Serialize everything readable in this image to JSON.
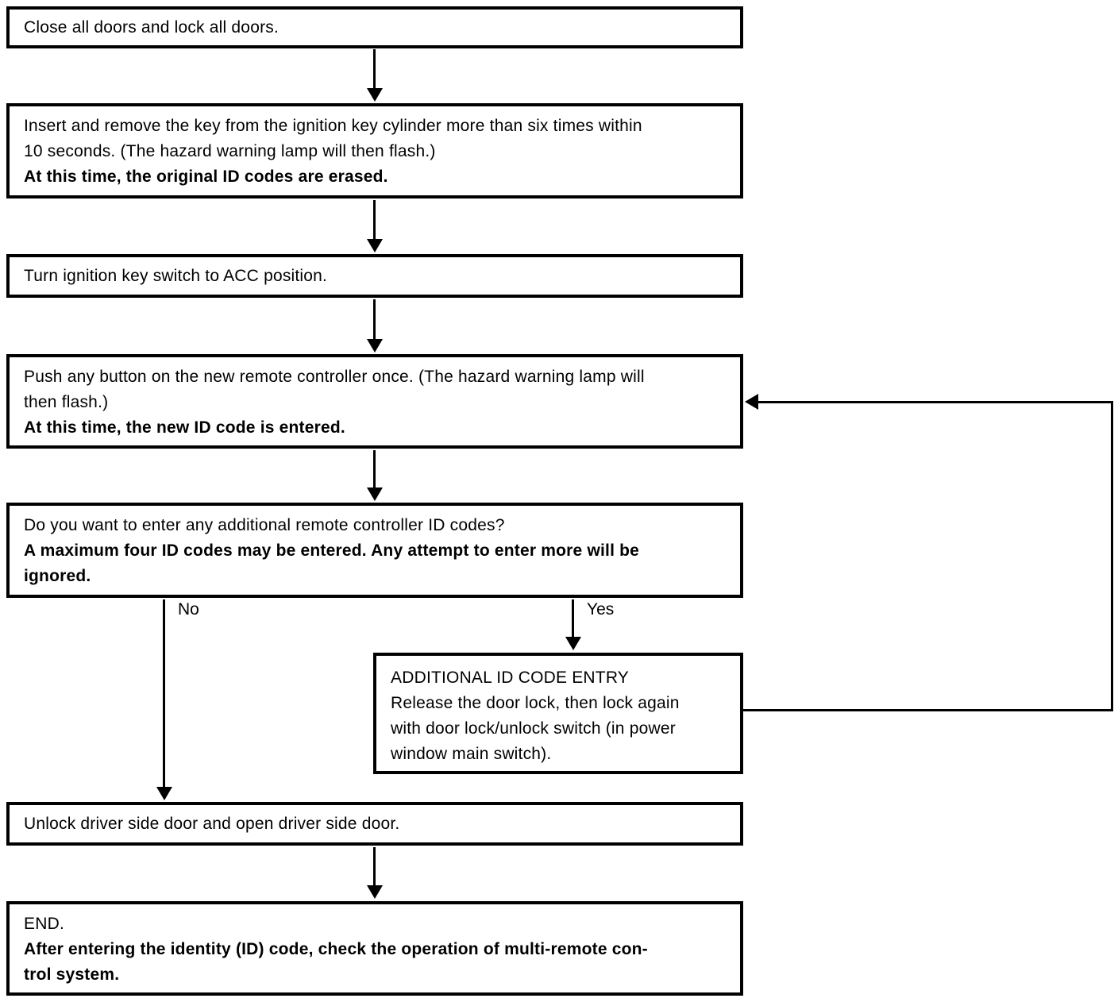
{
  "flowchart": {
    "step1": {
      "text": "Close all doors and lock all doors."
    },
    "step2": {
      "text": "Insert and remove the key from the ignition key cylinder more than six times within\n10 seconds. (The hazard warning lamp will then flash.)",
      "bold": "At this time, the original ID codes are erased."
    },
    "step3": {
      "text": "Turn ignition key switch to ACC position."
    },
    "step4": {
      "text": "Push any button on the new remote controller once. (The hazard warning lamp will\nthen flash.)",
      "bold": "At this time, the new ID code is entered."
    },
    "step5": {
      "text": "Do you want to enter any additional remote controller ID codes?",
      "bold": "A maximum four ID codes may be entered. Any attempt to enter more will be\nignored."
    },
    "step6": {
      "title": "ADDITIONAL ID CODE ENTRY",
      "text": "Release the door lock, then lock again\nwith door lock/unlock switch (in power\nwindow main switch)."
    },
    "step7": {
      "text": "Unlock driver side door and open driver side door."
    },
    "step8": {
      "text": "END.",
      "bold": "After entering the identity (ID) code, check the operation of multi-remote con-\ntrol system."
    },
    "branch_no_label": "No",
    "branch_yes_label": "Yes"
  },
  "colors": {
    "ink": "#000000",
    "paper": "#ffffff"
  }
}
